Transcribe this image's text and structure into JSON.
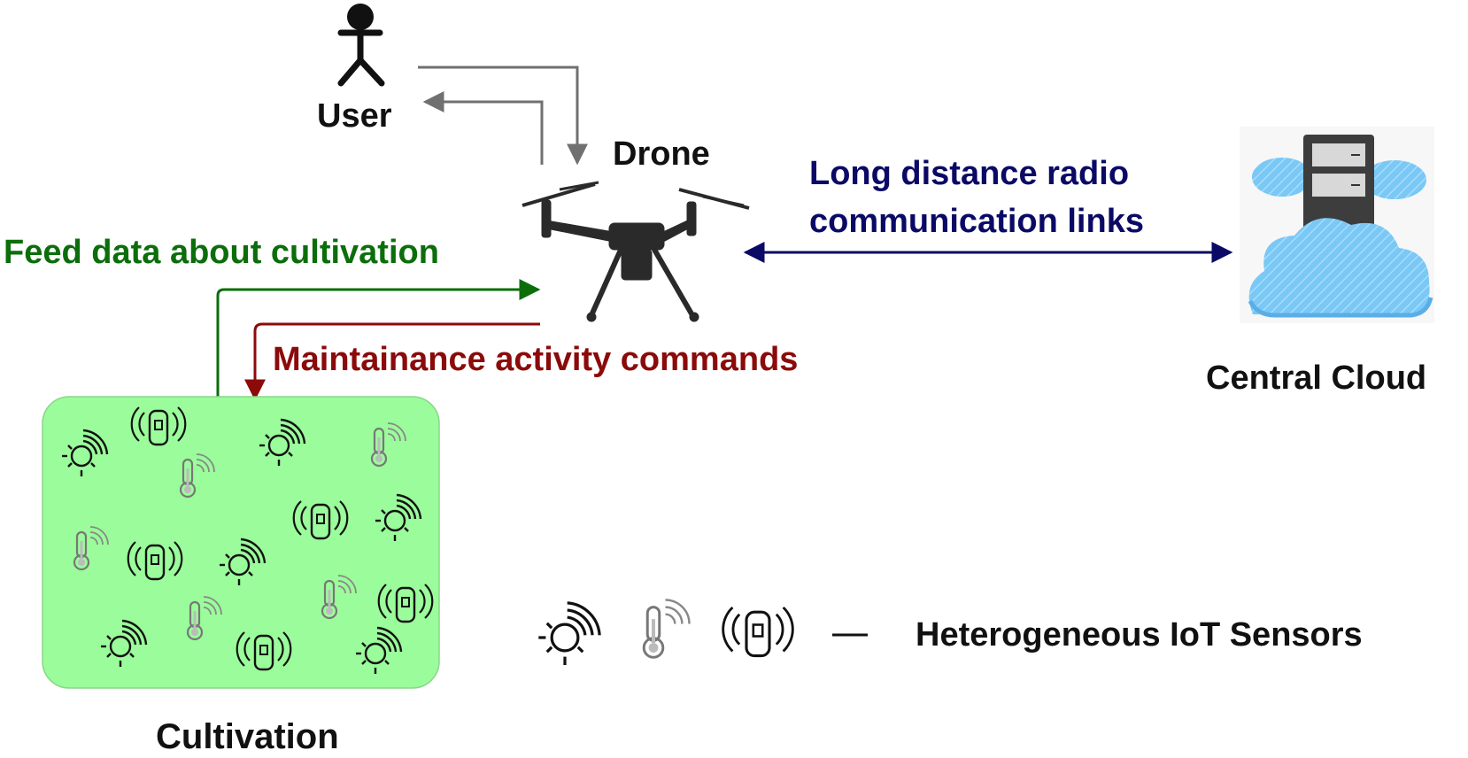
{
  "labels": {
    "user": "User",
    "drone": "Drone",
    "link_line1": "Long distance radio",
    "link_line2": "communication links",
    "feed": "Feed data about cultivation",
    "commands": "Maintainance activity commands",
    "cloud": "Central Cloud",
    "cultivation": "Cultivation",
    "legend": "Heterogeneous IoT Sensors"
  },
  "colors": {
    "feed": "#0b6e0b",
    "commands": "#8b0a0a",
    "link": "#0a0a66",
    "user_arrows": "#707070",
    "field_fill": "#9afc9a",
    "cloud": "#6fbff2"
  },
  "icons": {
    "user": "stick-figure-icon",
    "drone": "quadcopter-icon",
    "cloud": "cloud-server-icon",
    "sensors": [
      "light-sensor-icon",
      "thermometer-sensor-icon",
      "wireless-tag-sensor-icon"
    ]
  }
}
